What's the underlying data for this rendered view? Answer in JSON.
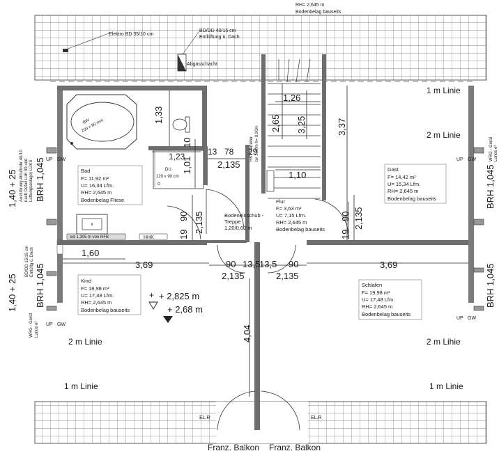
{
  "top_info": {
    "rh": "RH= 2,645 m",
    "floor": "Bodenbelag bauseits"
  },
  "notes": {
    "elektro": "Elektro BD 35/10 cm",
    "bd1": "BD/DD 40/15 cm",
    "bd2": "Entlüftung ü. Dach",
    "abgas": "Abgasschacht",
    "hkv1": "HKV-Verteiler",
    "hkv2": "bx 1,00m h= 0,90m",
    "bd_left1": "BD/DD 15/15 cm",
    "bd_left2": "Entlüftg ü. Dach",
    "aus1": "Ausführung Abluftrohr 40/10",
    "aus2": "nach Detail LüE 09 und",
    "aus3": "Lüftungsanlage) LÜKS",
    "bw1": "BW",
    "bw2": "200 x 80 mm",
    "du1": "DU",
    "du2": "120 x 90 cm",
    "vorh": "wd 1.305 m von RFB",
    "hhk": "HHK",
    "treppe1": "Bodeneinschub -",
    "treppe2": "Treppe",
    "treppe3": "1,20/0,60 m",
    "elr_left": "EL.R",
    "elr_right": "EL.R",
    "up_gw": "UP",
    "gw": "GW",
    "wrg": "WRG - Gerät",
    "lunos": "Lunos e²"
  },
  "rooms": {
    "bad": {
      "name": "Bad",
      "area": "F= 11,92 m²",
      "perimeter": "U= 16,34 Lfm.",
      "height": "RH= 2,645 m",
      "floor": "Bodenbelag Fliese"
    },
    "gast": {
      "name": "Gast",
      "area": "F= 14,42 m²",
      "perimeter": "U= 15,34 Lfm.",
      "height": "RH= 2,645 m",
      "floor": "Bodenbelag bauseits"
    },
    "flur": {
      "name": "Flur",
      "area": "F= 3,63 m²",
      "perimeter": "U= 7,15 Lfm.",
      "height": "RH= 2,645 m",
      "floor": "Bodenbelag bauseits"
    },
    "kind": {
      "name": "Kind",
      "area": "F= 18,98 m²",
      "perimeter": "U= 17,48 Lfm.",
      "height": "RH= 2,645 m",
      "floor": "Bodenbelag bauseits"
    },
    "schlafen": {
      "name": "Schlafen",
      "area": "F= 19,98 m²",
      "perimeter": "U= 17,48 Lfm.",
      "height": "RH= 2,645 m",
      "floor": "Bodenbelag bauseits"
    }
  },
  "dims": {
    "d133": "1,33",
    "d123": "1,23",
    "d101": "1,01",
    "d10": "10",
    "d13": "13",
    "d78": "78",
    "d29": "29",
    "d2135a": "2,135",
    "d2135b": "2,135",
    "d2135c": "2,135",
    "d2135d": "2,135",
    "d2135e": "2,135",
    "d19a": "19",
    "d90a": "90",
    "d19b": "19",
    "d90b": "90",
    "d265": "2,65",
    "d126": "1,26",
    "d325": "3,25",
    "d337": "3,37",
    "d110": "1,10",
    "d160": "1,60",
    "d369a": "3,69",
    "d369b": "3,69",
    "d90c": "90",
    "d135a": "13,5",
    "d135b": "13,5",
    "d90d": "90",
    "d404": "4,04"
  },
  "levels": {
    "l1": "+ 2,825 m",
    "l2": "+ 2,68 m"
  },
  "lines": {
    "tr1": "1 m Linie",
    "tr2": "2 m Linie",
    "bl2": "2 m Linie",
    "bl1": "1 m Linie",
    "br2": "2 m Lihie",
    "br1": "1 m Linie"
  },
  "brh": {
    "l_top": "BRH 1,045",
    "l_bot": "BRH 1,045",
    "r_top": "BRH 1,045",
    "r_bot": "BRH 1,045"
  },
  "sizes": {
    "left_top": "1,40 + 25",
    "left_bot": "1,40 + 25"
  },
  "bottom": {
    "balkon_left": "Franz. Balkon",
    "balkon_right": "Franz. Balkon"
  }
}
